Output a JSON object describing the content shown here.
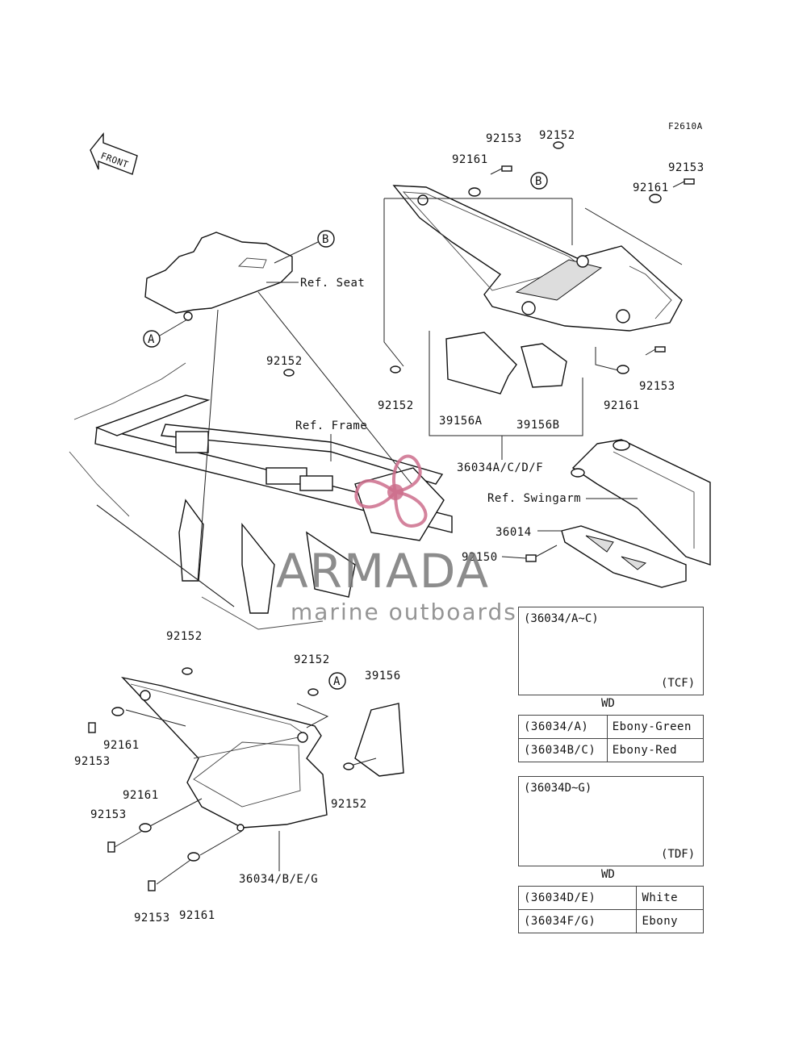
{
  "figure_code": "F2610A",
  "front_label": "FRONT",
  "refs": {
    "seat": "Ref. Seat",
    "frame": "Ref. Frame",
    "swingarm": "Ref. Swingarm"
  },
  "callouts": {
    "a": "A",
    "b": "B"
  },
  "parts": {
    "p92153_top": "92153",
    "p92152_top": "92152",
    "p92161_top": "92161",
    "p92153_right": "92153",
    "p92161_right": "92161",
    "p92152_mid": "92152",
    "p92152_left_mid": "92152",
    "p39156a": "39156A",
    "p39156b": "39156B",
    "p92153_right_low": "92153",
    "p92161_right_low": "92161",
    "p36034_adf": "36034A/C/D/F",
    "p36014": "36014",
    "p92150": "92150",
    "p92152_bl1": "92152",
    "p92152_bl2": "92152",
    "p39156": "39156",
    "p92161_bl1": "92161",
    "p92153_bl1": "92153",
    "p92161_bl2": "92161",
    "p92153_bl2": "92153",
    "p92152_bl3": "92152",
    "p92161_bl3": "92161",
    "p92153_bl3": "92153",
    "p36034_beg": "36034/B/E/G"
  },
  "variant_box_1": {
    "title": "(36034/A~C)",
    "tag": "(TCF)",
    "wd": "WD"
  },
  "variant_box_2": {
    "title": "(36034D~G)",
    "tag": "(TDF)",
    "wd": "WD"
  },
  "color_table_1": [
    {
      "code": "(36034/A)",
      "color": "Ebony-Green"
    },
    {
      "code": "(36034B/C)",
      "color": "Ebony-Red"
    }
  ],
  "color_table_2": [
    {
      "code": "(36034D/E)",
      "color": "White"
    },
    {
      "code": "(36034F/G)",
      "color": "Ebony"
    }
  ],
  "watermark": {
    "title": "ARMADA",
    "subtitle": "marine outboards",
    "color": "#cd6e8c"
  }
}
